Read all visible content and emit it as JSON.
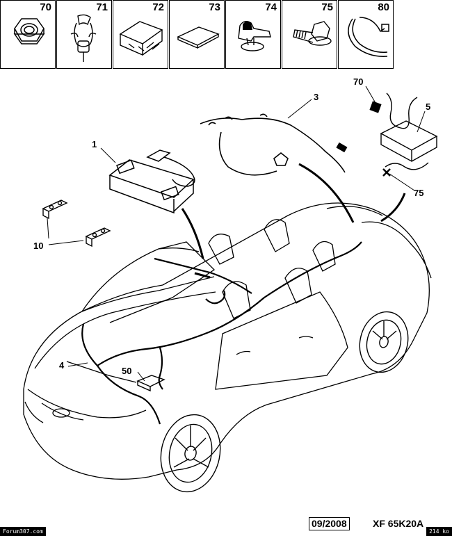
{
  "parts_strip": [
    {
      "ref": "70",
      "icon": "hex-nut-icon"
    },
    {
      "ref": "71",
      "icon": "cable-clip-icon"
    },
    {
      "ref": "72",
      "icon": "connector-housing-icon"
    },
    {
      "ref": "73",
      "icon": "adhesive-pad-icon"
    },
    {
      "ref": "74",
      "icon": "mounting-clip-icon"
    },
    {
      "ref": "75",
      "icon": "screw-icon"
    },
    {
      "ref": "80",
      "icon": "cable-tie-icon"
    }
  ],
  "callouts": {
    "c1": "1",
    "c3": "3",
    "c4": "4",
    "c5": "5",
    "c10": "10",
    "c50": "50",
    "c70": "70",
    "c75": "75"
  },
  "footer": {
    "date": "09/2008",
    "ref": "XF 65K20A",
    "watermark_left": "Forum307.com",
    "watermark_right": "214 ko"
  }
}
